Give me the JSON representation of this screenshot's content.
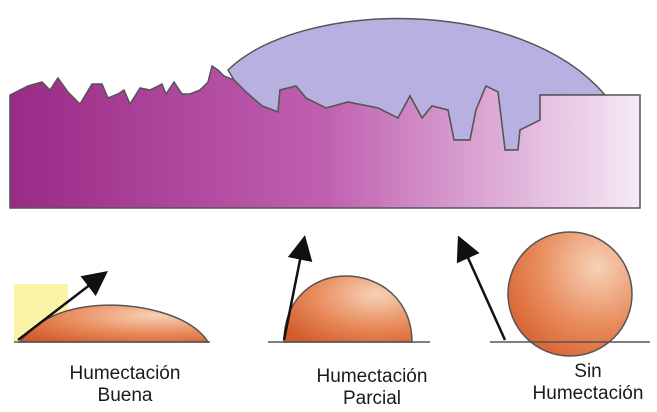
{
  "panels": [
    {
      "id": "good",
      "line1": "Humectación",
      "line2": "Buena"
    },
    {
      "id": "partial",
      "line1": "Humectación",
      "line2": "Parcial"
    },
    {
      "id": "none",
      "line1": "Sin",
      "line2": "Humectación"
    }
  ],
  "colors": {
    "substrate_left": "#9a2a86",
    "substrate_mid": "#c060b0",
    "substrate_right": "#f5eaf5",
    "liquid": "#b8b0e0",
    "droplet_dark": "#d45a2a",
    "droplet_light": "#f6d2b8",
    "highlight_yellow": "#fbf3a8",
    "outline": "#555555"
  }
}
